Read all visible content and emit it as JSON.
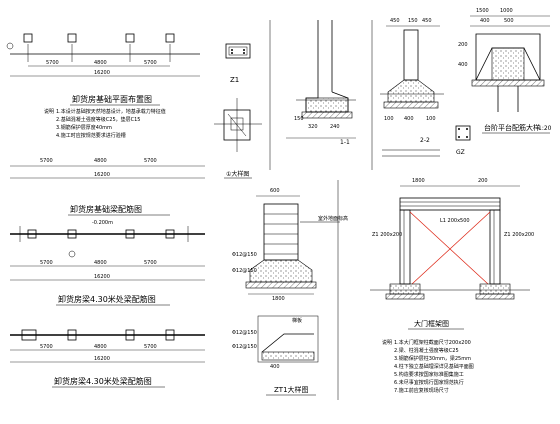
{
  "views": {
    "gate_plan": {
      "title": "卸货房基础平面布置图",
      "dims": {
        "d1": "5700",
        "d2": "4800",
        "d3": "5700",
        "total": "16200"
      },
      "notes_head": "说明",
      "notes": [
        "1.本设计基础按天然地基设计，地基承载力特征值",
        "2.基础混凝土强度等级C25，垫层C15",
        "3.钢筋保护层厚度40mm",
        "4.施工时应按规范要求进行验槽"
      ]
    },
    "beam_plan": {
      "title": "卸货房基础梁配筋图",
      "dims": {
        "d1": "5700",
        "d2": "4800",
        "d3": "5700",
        "total": "16200"
      },
      "elevation": "-0.200m"
    },
    "elev_430_plan": {
      "title": "卸货房梁4.30米处梁配筋图",
      "dims": {
        "d1": "5700",
        "d2": "4800",
        "d3": "5700",
        "total": "16200"
      }
    },
    "elev_beam_plan": {
      "title": "卸货房梁4.30米处梁配筋图",
      "dims": {
        "d1": "5700",
        "d2": "4800",
        "d3": "5700",
        "total": "16200"
      }
    },
    "z1_section": {
      "label": "Z1"
    },
    "detail_1": {
      "label": "①大样图"
    },
    "wall_section": {
      "label": "1-1",
      "dims": [
        "320",
        "240",
        "150"
      ]
    },
    "footing_section": {
      "label": "2-2",
      "dims_top": [
        "450",
        "150",
        "450"
      ],
      "dims_bottom": [
        "100",
        "400",
        "100"
      ]
    },
    "gz_section": {
      "label": "GZ"
    },
    "platform_detail": {
      "title": "台阶平台配筋大样",
      "scale": "1:20",
      "dims_top": [
        "1500",
        "1000",
        "400",
        "500"
      ],
      "dims_left": [
        "200",
        "400"
      ]
    },
    "stair_detail": {
      "title": "ZT1大样图",
      "dims": [
        "600",
        "1800",
        "400"
      ],
      "rebar": [
        "Φ12@150",
        "Φ12@150"
      ],
      "callouts": [
        "室外地面标高",
        "梯板"
      ]
    },
    "frame_detail": {
      "title": "大门框架图",
      "dims_top": [
        "1800",
        "200"
      ],
      "beam": "L1 200x500",
      "col_left": "Z1 200x200",
      "col_right": "Z1 200x200",
      "notes_head": "说明",
      "notes": [
        "1.本大门框架柱截面尺寸200x200",
        "2.梁、柱混凝土强度等级C25",
        "3.钢筋保护层柱30mm，梁25mm",
        "4.柱下独立基础埋深详见基础平面图",
        "5.构造要求按国家标准图集施工",
        "6.未尽事宜按现行国家规范执行",
        "7.施工前应复核现场尺寸"
      ]
    }
  }
}
